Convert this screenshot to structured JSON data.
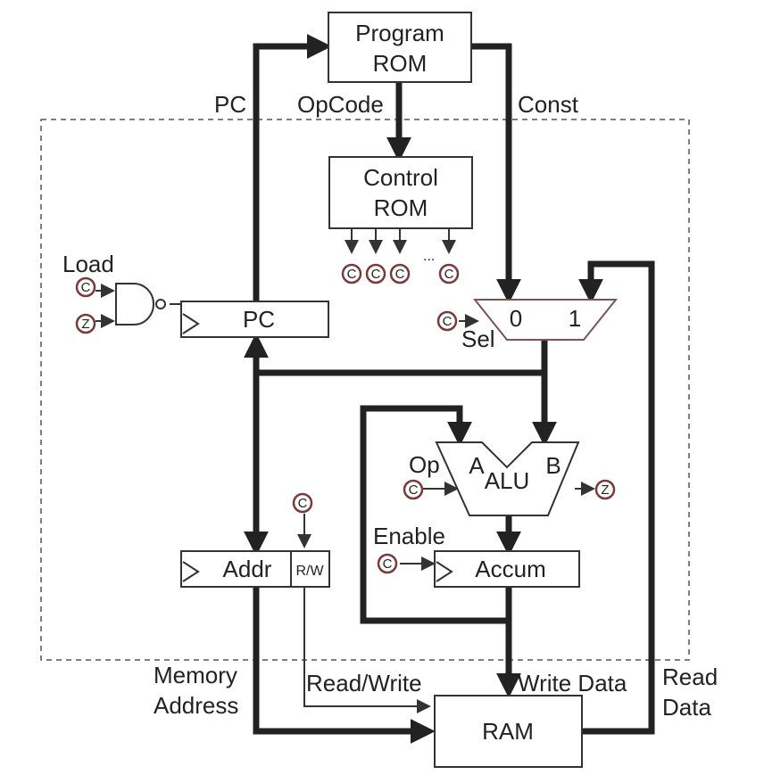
{
  "blocks": {
    "program_rom": [
      "Program",
      "ROM"
    ],
    "control_rom": [
      "Control",
      "ROM"
    ],
    "pc": "PC",
    "addr": "Addr",
    "rw": "R/W",
    "accum": "Accum",
    "ram": "RAM",
    "alu": "ALU",
    "alu_a": "A",
    "alu_b": "B",
    "mux_0": "0",
    "mux_1": "1"
  },
  "labels": {
    "pc_bus": "PC",
    "opcode": "OpCode",
    "const": "Const",
    "load": "Load",
    "sel": "Sel",
    "op": "Op",
    "enable": "Enable",
    "memory_address": [
      "Memory",
      "Address"
    ],
    "read_write": "Read/Write",
    "write_data": "Write Data",
    "read_data": [
      "Read",
      "Data"
    ],
    "dots": "..."
  },
  "signals": {
    "control": "C",
    "zero": "Z"
  },
  "colors": {
    "line": "#222222",
    "box": "#333333",
    "signal_ring": "#7a3a3a",
    "dashed": "#555555"
  }
}
